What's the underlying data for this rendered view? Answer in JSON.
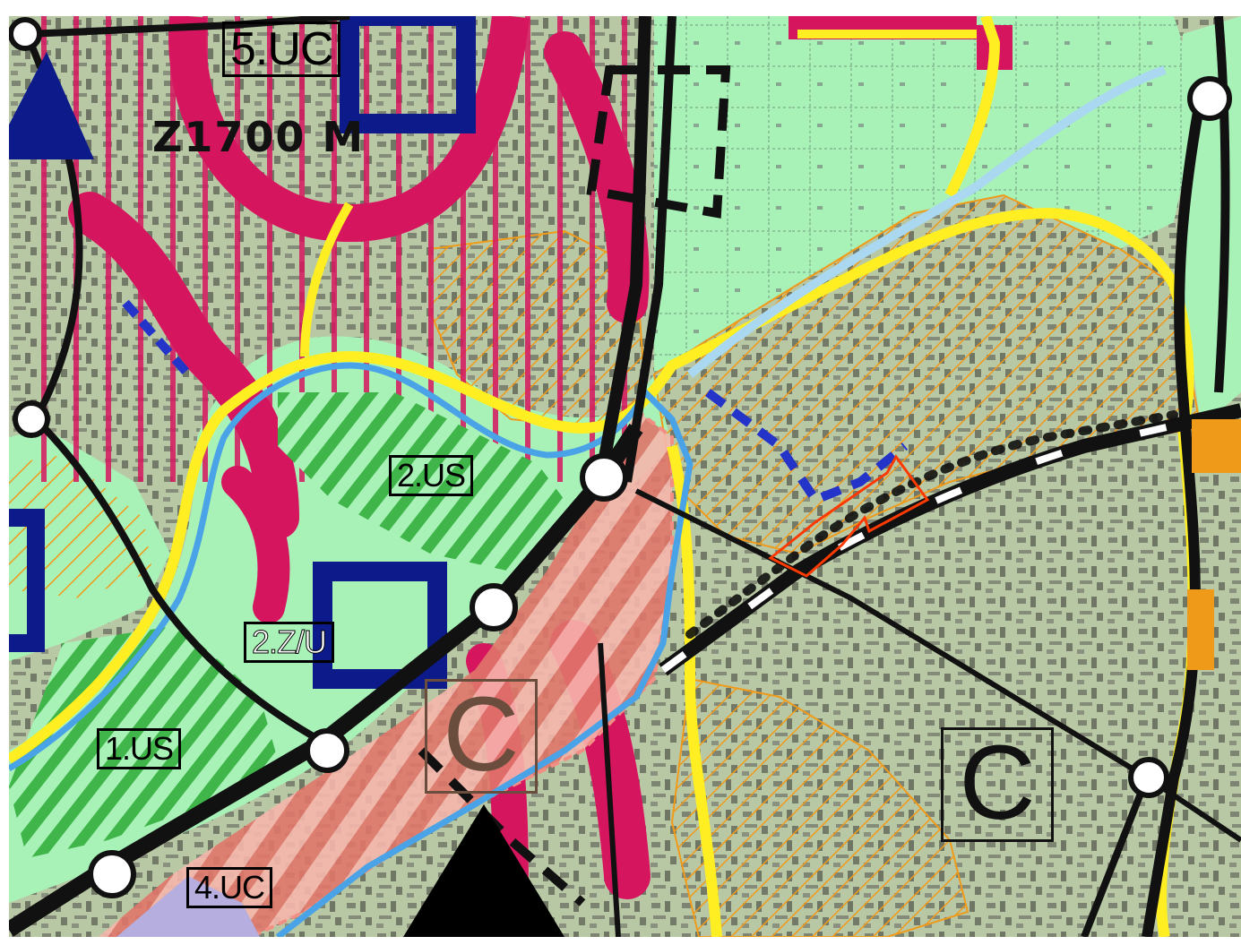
{
  "map": {
    "elevation_label": "Z1700 M",
    "zone_labels": {
      "uc5": "5.UC",
      "us2": "2.US",
      "zu2": "2.Z/U",
      "us1": "1.US",
      "uc4": "4.UC",
      "c_center": "C",
      "c_right": "C"
    },
    "colors": {
      "urban_base": "#b9c8a4",
      "green_zone": "#a8f2b8",
      "yellow_boundary": "#ffee22",
      "magenta": "#d6155f",
      "navy": "#0c1a8a",
      "orange_hatch": "#f09a1a",
      "river_blue": "#4aa3e6",
      "salmon": "#f28f84",
      "rail_black": "#111111",
      "parcel_outline": "#ff3a00"
    },
    "icons": [
      "triangle-marker-icon",
      "node-circle-icon",
      "rail-line-icon"
    ]
  }
}
